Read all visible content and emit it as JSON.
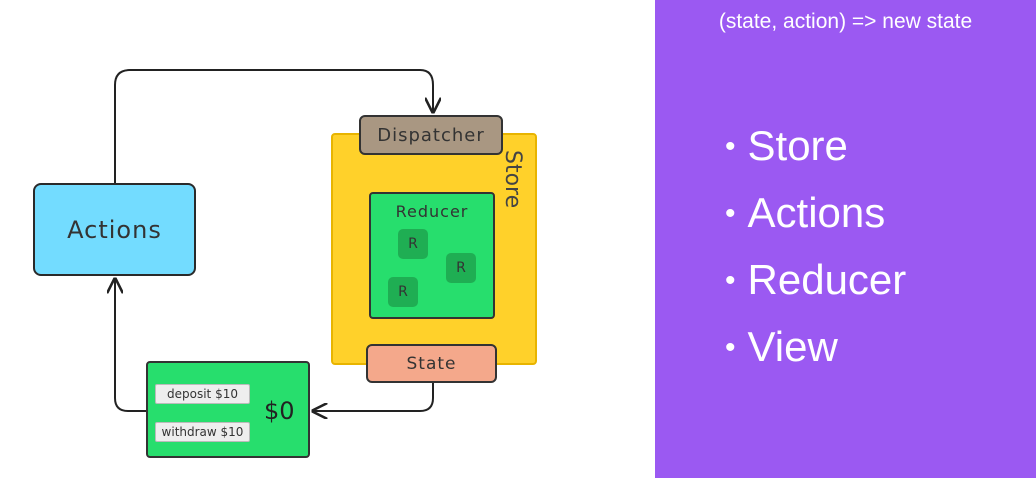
{
  "diagram": {
    "actions_label": "Actions",
    "dispatcher_label": "Dispatcher",
    "store_label": "Store",
    "reducer_label": "Reducer",
    "reducer_items": [
      "R",
      "R",
      "R"
    ],
    "state_label": "State",
    "view": {
      "deposit_label": "deposit $10",
      "withdraw_label": "withdraw $10",
      "amount": "$0"
    }
  },
  "panel": {
    "formula": "(state, action) => new state",
    "bullets": [
      "Store",
      "Actions",
      "Reducer",
      "View"
    ],
    "bullet_marker": "•"
  },
  "colors": {
    "panel_bg": "#9b59f2",
    "actions": "#73dcff",
    "store": "#ffd12a",
    "dispatcher": "#a99782",
    "reducer": "#27de6d",
    "reducer_chip": "#1fae53",
    "state": "#f4a88b",
    "view": "#27de6d"
  }
}
